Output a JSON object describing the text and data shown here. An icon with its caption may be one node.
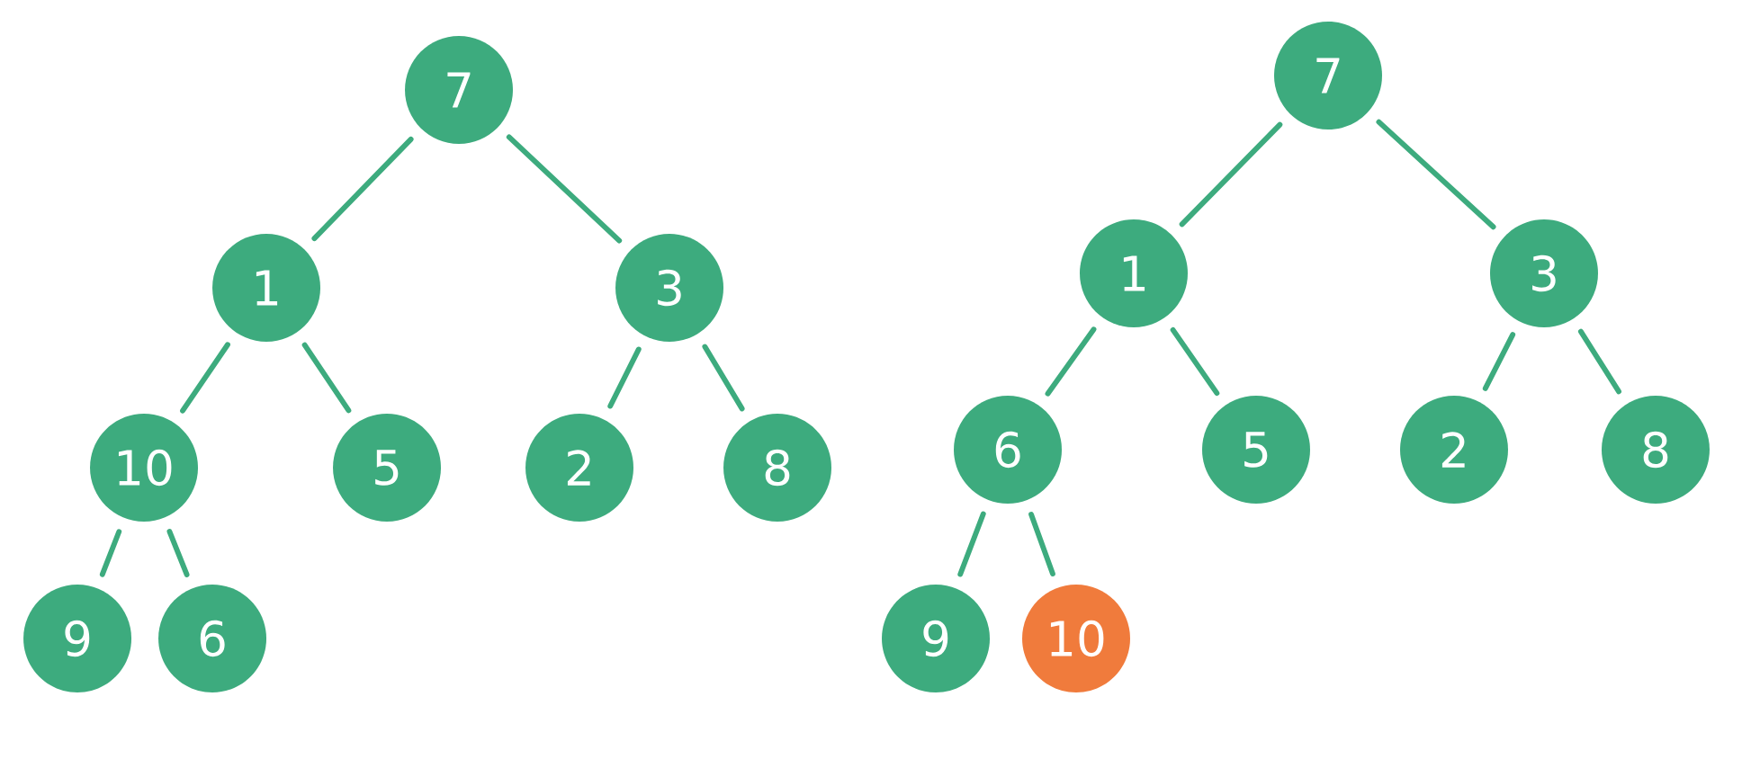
{
  "diagram": {
    "nodes": [
      {
        "text": [
          "7"
        ]
      },
      {
        "text": [
          "1"
        ]
      },
      {
        "text": [
          "3"
        ]
      },
      {
        "text": [
          "10"
        ]
      },
      {
        "text": [
          "5"
        ]
      },
      {
        "text": [
          "2"
        ]
      },
      {
        "text": [
          "8"
        ]
      },
      {
        "text": [
          "9"
        ]
      },
      {
        "text": [
          "6"
        ]
      },
      {
        "text": [
          "7"
        ]
      },
      {
        "text": [
          "1"
        ]
      },
      {
        "text": [
          "3"
        ]
      },
      {
        "text": [
          "6"
        ]
      },
      {
        "text": [
          "5"
        ]
      },
      {
        "text": [
          "2"
        ]
      },
      {
        "text": [
          "8"
        ]
      },
      {
        "text": [
          "9"
        ]
      },
      {
        "text": [
          "10"
        ]
      }
    ],
    "edges": [
      {
        "from": 0,
        "to": 1,
        "arrow": "none"
      },
      {
        "from": 0,
        "to": 2,
        "arrow": "none"
      },
      {
        "from": 1,
        "to": 3,
        "arrow": "none"
      },
      {
        "from": 1,
        "to": 4,
        "arrow": "none"
      },
      {
        "from": 2,
        "to": 5,
        "arrow": "none"
      },
      {
        "from": 2,
        "to": 6,
        "arrow": "none"
      },
      {
        "from": 3,
        "to": 7,
        "arrow": "none"
      },
      {
        "from": 3,
        "to": 8,
        "arrow": "none"
      },
      {
        "from": 9,
        "to": 10,
        "arrow": "none"
      },
      {
        "from": 9,
        "to": 11,
        "arrow": "none"
      },
      {
        "from": 10,
        "to": 12,
        "arrow": "none"
      },
      {
        "from": 10,
        "to": 13,
        "arrow": "none"
      },
      {
        "from": 11,
        "to": 14,
        "arrow": "none"
      },
      {
        "from": 11,
        "to": 15,
        "arrow": "none"
      },
      {
        "from": 12,
        "to": 16,
        "arrow": "none"
      },
      {
        "from": 12,
        "to": 17,
        "arrow": "none"
      }
    ]
  }
}
